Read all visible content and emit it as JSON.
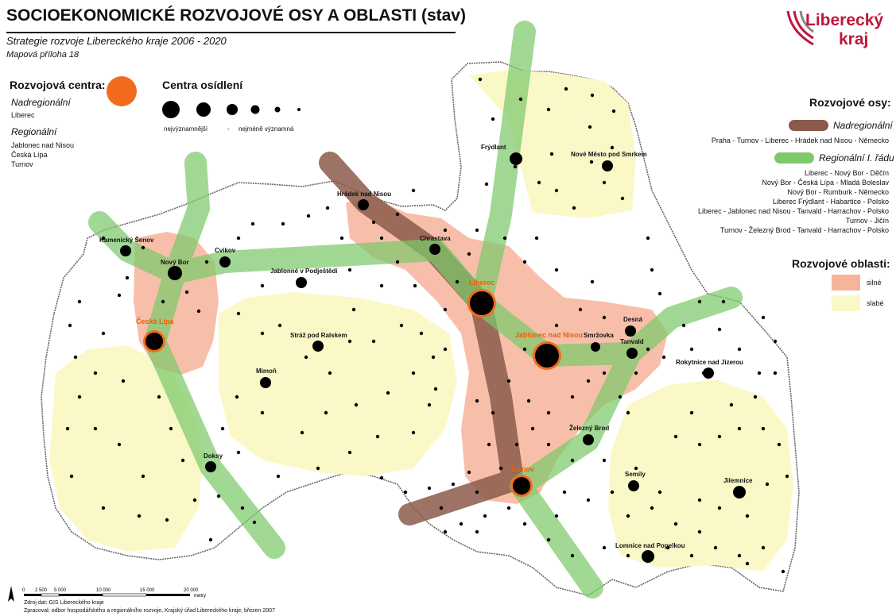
{
  "title": "SOCIOEKONOMICKÉ ROZVOJOVÉ OSY A OBLASTI (stav)",
  "subtitle": "Strategie rozvoje Libereckého kraje 2006 - 2020",
  "annex": "Mapová příloha 18",
  "logo": {
    "line1": "Liberecký",
    "line2": "kraj"
  },
  "legend_centers": {
    "heading": "Rozvojová centra:",
    "supra_label": "Nadregionální",
    "supra_items": [
      "Liberec"
    ],
    "regional_label": "Regionální",
    "regional_items": [
      "Jablonec nad Nisou",
      "Česká Lípa",
      "Turnov"
    ],
    "color": "#f26b1d"
  },
  "legend_settlements": {
    "heading": "Centra osídlení",
    "label_most": "nejvýznamnější",
    "label_dash": "-",
    "label_least": "nejméně významná"
  },
  "legend_axes": {
    "heading": "Rozvojové osy:",
    "supra_label": "Nadregionální",
    "supra_items": [
      "Praha - Turnov - Liberec - Hrádek nad Nisou - Německo"
    ],
    "regional_label": "Regionální I. řádu",
    "regional_items": [
      "Liberec - Nový Bor - Děčín",
      "Nový Bor - Česká Lípa - Mladá Boleslav",
      "Nový Bor - Rumburk - Německo",
      "Liberec Frýdlant - Habartice - Polsko",
      "Liberec - Jablonec nad Nisou - Tanvald - Harrachov - Polsko",
      "Turnov - Jičín",
      "Turnov - Železný Brod - Tanvald - Harrachov - Polsko"
    ],
    "supra_color": "#8b5a4a",
    "regional_color": "#7dc96b"
  },
  "legend_areas": {
    "heading": "Rozvojové oblasti:",
    "strong_label": "silné",
    "weak_label": "slabé",
    "strong_color": "#f6b49b",
    "weak_color": "#fbf8c8"
  },
  "map": {
    "towns": [
      "Frýdlant",
      "Nové Město pod Smrkem",
      "Hrádek nad Nisou",
      "Chrastava",
      "Kamenický Šenov",
      "Nový Bor",
      "Cvikov",
      "Jablonné v Podještědí",
      "Stráž pod Ralskem",
      "Mimoň",
      "Doksy",
      "Desná",
      "Smržovka",
      "Tanvald",
      "Rokytnice nad Jizerou",
      "Železný Brod",
      "Semily",
      "Jilemnice",
      "Lomnice nad Popelkou"
    ],
    "centers": [
      "Liberec",
      "Jablonec nad Nisou",
      "Česká Lípa",
      "Turnov"
    ]
  },
  "scale": {
    "ticks": [
      "0",
      "2 500",
      "5 000",
      "10 000",
      "15 000",
      "20 000"
    ],
    "unit": "metry"
  },
  "footer": {
    "source": "Zdroj dat: GIS Libereckého kraje",
    "author": "Zpracoval: odbor hospodářského a regionálního rozvoje, Krajský úřad Libereckého kraje; březen 2007"
  }
}
